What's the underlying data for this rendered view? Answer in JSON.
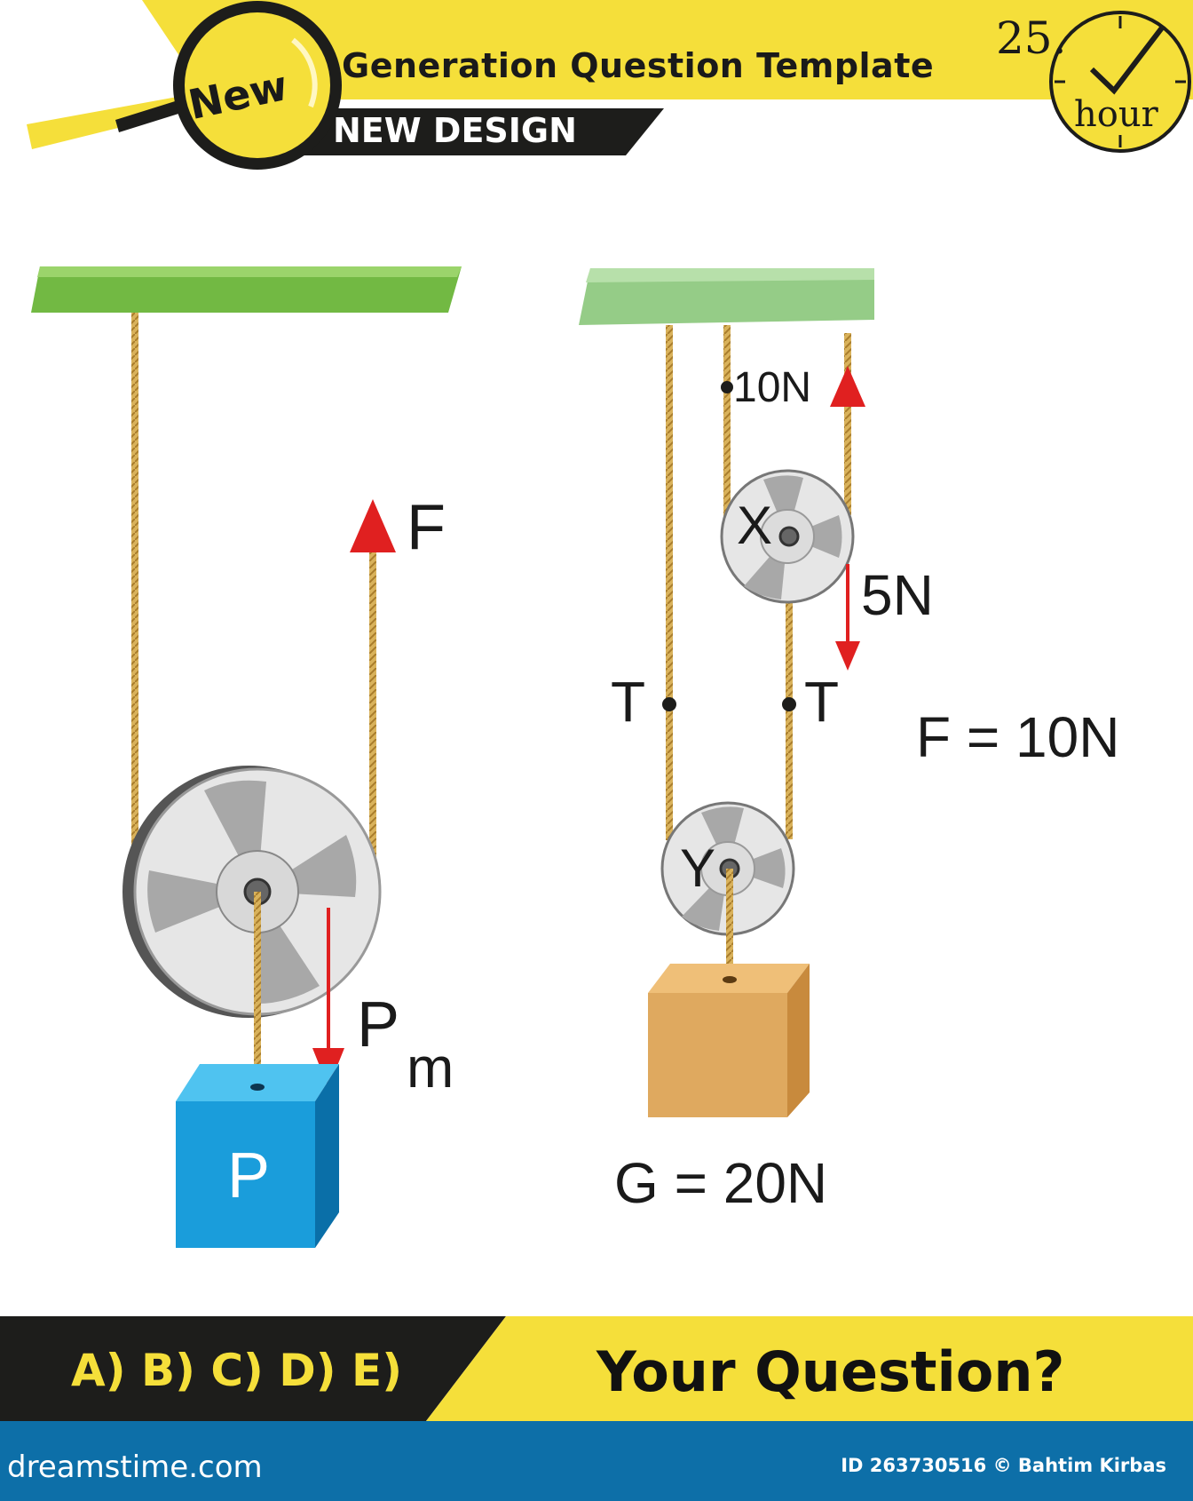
{
  "header": {
    "badge": "New",
    "title": "Generation Question Template",
    "subtitle": "NEW DESIGN",
    "clock_number": "25.",
    "clock_word": "hour"
  },
  "left_diagram": {
    "force_label": "F",
    "weight_label_main": "P",
    "weight_label_sub": "m",
    "block_label": "P"
  },
  "right_diagram": {
    "top_rope_force": "10N",
    "pulley_x_label": "X",
    "pulley_y_label": "Y",
    "down_force": "5N",
    "tension_left": "T",
    "tension_right": "T",
    "applied_force": "F = 10N",
    "block_weight": "G = 20N"
  },
  "footer": {
    "answers": "A) B) C) D) E)",
    "question": "Your Question?"
  },
  "watermark": {
    "site": "dreamstime.com",
    "credit": "ID 263730516 © Bahtim Kirbas"
  },
  "colors": {
    "yellow": "#f5df3a",
    "dark": "#1d1d1b",
    "ceiling_left": "#72b943",
    "ceiling_right": "#95cc87",
    "rope": "#d9b25b",
    "arrow": "#e02020",
    "blue_block": "#1a9ddb",
    "tan_block": "#dfa95f",
    "footer_bar": "#0d6fa8"
  }
}
